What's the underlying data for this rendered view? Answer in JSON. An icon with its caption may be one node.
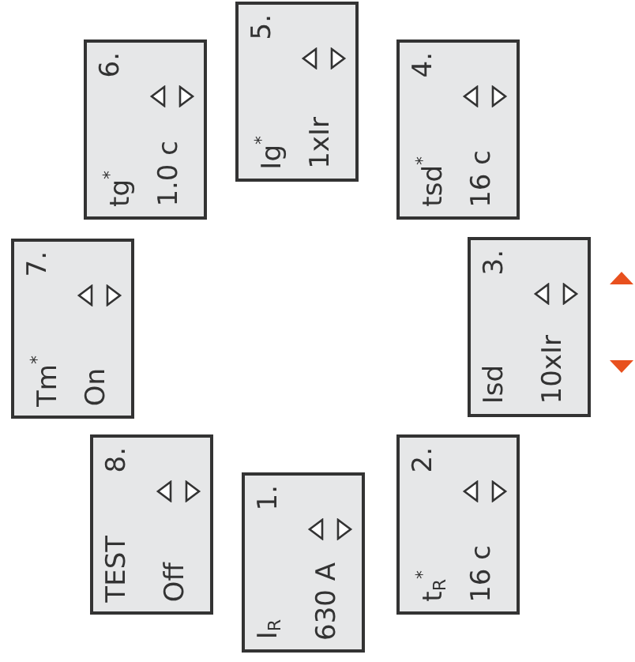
{
  "diagram": {
    "nodes": [
      {
        "text": [
          "1.",
          "I$_{R}$",
          "630 A"
        ]
      },
      {
        "text": [
          "2.",
          "t$_{R}$$^{*}$",
          "16 c"
        ]
      },
      {
        "text": [
          "3.",
          "Isd",
          "10xIr"
        ]
      },
      {
        "text": [
          "4.",
          "tsd$^{*}$",
          "16 c"
        ]
      },
      {
        "text": [
          "5.",
          "Ig$^{*}$",
          "1xIr"
        ]
      },
      {
        "text": [
          "6.",
          "tg$^{*}$",
          "1.0 c"
        ]
      },
      {
        "text": [
          "7.",
          "Tm$^{*}$",
          "On"
        ]
      },
      {
        "text": [
          "8.",
          "TEST",
          "Off"
        ]
      }
    ],
    "edges": []
  }
}
